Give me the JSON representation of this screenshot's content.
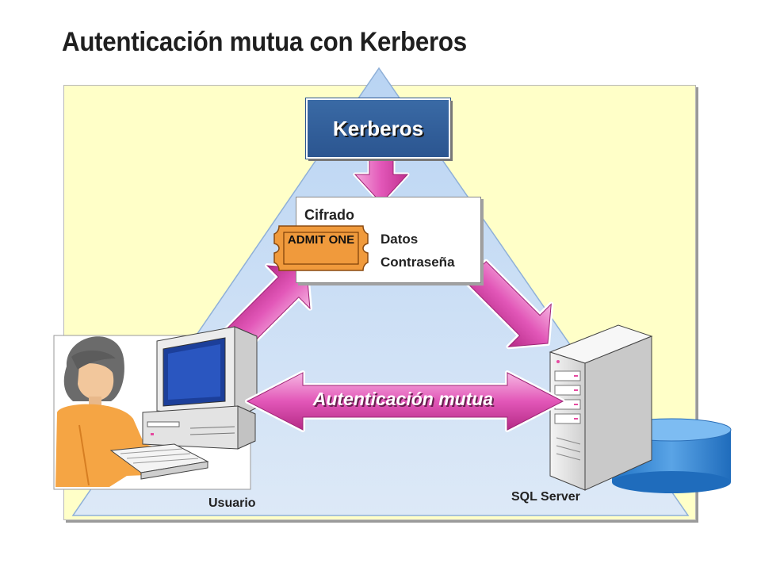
{
  "slide": {
    "title": "Autenticación mutua con Kerberos"
  },
  "diagram": {
    "kerberos": "Kerberos",
    "ticket": {
      "heading": "Cifrado",
      "stub_text": "ADMIT ONE",
      "line1": "Datos",
      "line2": "Contraseña"
    },
    "mutual_auth": "Autenticación mutua",
    "user_label": "Usuario",
    "server_label": "SQL Server"
  },
  "colors": {
    "panel": "#ffffc8",
    "triangle": "#cfe2f7",
    "kerberos_box": "#3366a0",
    "arrow": "#d84aa8",
    "ticket_stub": "#f09a3c"
  },
  "icons": [
    "user-person-icon",
    "desktop-computer-icon",
    "tower-server-icon",
    "database-cylinder-icon",
    "ticket-icon"
  ]
}
